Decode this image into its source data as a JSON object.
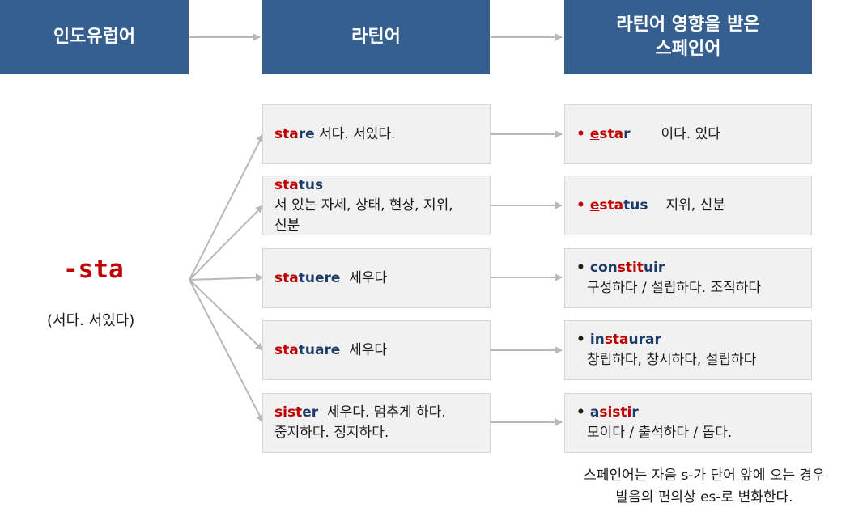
{
  "headers": {
    "pie": "인도유럽어",
    "latin": "라틴어",
    "spanish_line1": "라틴어 영향을 받은",
    "spanish_line2": "스페인어"
  },
  "root": {
    "term": "-sta",
    "gloss": "(서다. 서있다)"
  },
  "latin_words": [
    {
      "stem": "sta",
      "rest": "re",
      "meaning": "서다. 서있다."
    },
    {
      "stem": "sta",
      "rest": "tus",
      "meaning_line1": "서 있는 자세, 상태, 현상, 지위,",
      "meaning_line2": "신분"
    },
    {
      "stem": "sta",
      "rest": "tuere",
      "meaning": "세우다"
    },
    {
      "stem": "sta",
      "rest": "tuare",
      "meaning": "세우다"
    },
    {
      "stem": "sist",
      "rest": "er",
      "meaning_line1": "세우다. 멈추게 하다.",
      "meaning_line2": "중지하다. 정지하다."
    }
  ],
  "spanish_words": [
    {
      "bullet": "•",
      "prefix": "e",
      "stem": "sta",
      "rest": "r",
      "meaning": "이다. 있다"
    },
    {
      "bullet": "•",
      "prefix": "e",
      "stem": "sta",
      "rest": "tus",
      "meaning": "지위, 신분"
    },
    {
      "bullet": "•",
      "prefix": "con",
      "stem": "stit",
      "rest": "uir",
      "meaning": "구성하다 /  설립하다. 조직하다"
    },
    {
      "bullet": "•",
      "prefix": "in",
      "stem": "sta",
      "rest": "urar",
      "meaning": "창립하다, 창시하다, 설립하다"
    },
    {
      "bullet": "•",
      "prefix": "a",
      "stem": "sisti",
      "rest": "r",
      "meaning": "모이다 / 출석하다 /  돕다."
    }
  ],
  "footnote": {
    "line1": "스페인어는 자음 s-가 단어 앞에 오는 경우",
    "line2": "발음의 편의상  es-로 변화한다."
  },
  "colors": {
    "header_bg": "#355f8f",
    "accent_red": "#c00000",
    "accent_navy": "#1c3a68",
    "box_bg": "#f1f1f1",
    "arrow": "#b8b8b8"
  }
}
